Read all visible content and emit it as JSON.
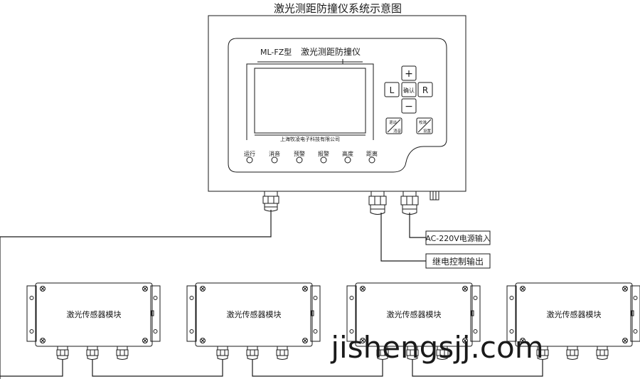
{
  "diagram": {
    "title": "激光测距防撞仪系统示意图",
    "device": {
      "model_label": "ML-FZ型",
      "product_name": "激光测距防撞仪",
      "maker": "上海牧凌电子科技有限公司",
      "keys": {
        "plus": "+",
        "minus": "−",
        "left": "L",
        "right": "R",
        "confirm": "确认"
      },
      "func_key_1": {
        "top": "退出",
        "bottom": "消音"
      },
      "func_key_2": {
        "top": "校准",
        "bottom": "设置"
      },
      "indicators": [
        "运行",
        "消音",
        "预警",
        "报警",
        "高度",
        "距离"
      ]
    },
    "io_labels": {
      "power_input": "AC-220V电源输入",
      "relay_output": "继电控制输出"
    },
    "modules": [
      {
        "label": "激光传感器模块"
      },
      {
        "label": "激光传感器模块"
      },
      {
        "label": "激光传感器模块"
      },
      {
        "label": "激光传感器模块"
      }
    ]
  },
  "watermark": "jishengsjj.com"
}
